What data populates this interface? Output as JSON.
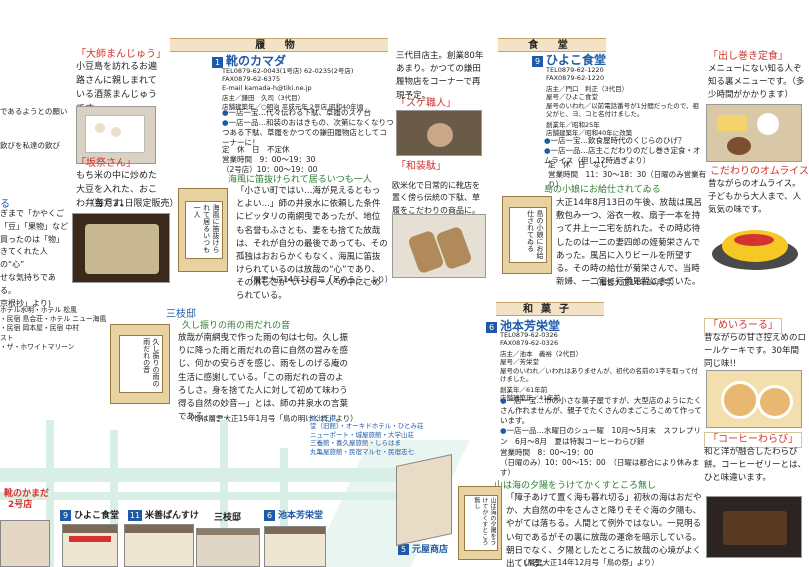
{
  "left_col": {
    "clip_text_1": "であるようとの願い",
    "clip_text_2": "飲びを私達の飲び",
    "manju_label": "「大師まんじゅう」",
    "manju_desc": "小豆島を訪れるお遍路さんに親しまれている酒蒸まんじゅうです。",
    "bansan_label": "「坂祭さん」",
    "bansan_desc": "もち米の中に炒めた大豆を入れた、おこわ弁当です。",
    "bansan_note": "（毎月21日限定販売）",
    "clip_3": "ぎまで「かやくご",
    "clip_4": "「豆」「果物」など",
    "clip_5": "買ったのは「物」",
    "clip_6": "きてくれた人の“心”",
    "clip_7": "せな気持ちである。",
    "clip_8": "京根抄」より)",
    "hotels": "ホテル水明・ホテル 松風\n・民宿 島会荘・ホテル ニュー海風\n・民宿 岡本屋・民宿 中村\nスト\n・ザ・ホワイトマリーン"
  },
  "kimono": {
    "section": "履 物",
    "number": "1",
    "shop_name": "靴のカマダ",
    "tel": "TEL0879-62-0043(1号店) 62-0235(2号店)",
    "fax": "FAX0879-62-6375",
    "email": "E-mail  kamada-h@tiki.ne.jp",
    "owner": "店主／鎌田　久司（3代目）",
    "founded": "店舗建築年／○明治  平成元年  2号店 昭和40年頃",
    "item1": "一店一宝…代々伝わる下駄、草履のスゲ台",
    "item2": "一店一品…和装のおはきもの、次第になくなりつつある下駄、草履をかつての鎌田履物店としてコーナーに！",
    "holiday": "定　休　日　不定休",
    "hours": "営業時間　9：00～19：30",
    "hours2": "（2号店）10：00～19：00",
    "col2_text": "三代目店主。創業80年あまり。かつての鎌田履物店をコーナーで再現予定。",
    "suge_label": "「スゲ職人」",
    "wageta_label": "「和装駄」",
    "wageta_desc": "欧米化で日常的に靴店を置く傍ら伝統の下駄、草履をこだわりの商品に。",
    "quote_head": "海風に笛抜けられて居るいつも一人",
    "quote_body": "「小さい町ではい…海が見えるともっとよい…」師の井泉水に依頼した条件にピッタリの南網曳であったが、地位も名誉もふさとも、妻をも捨てた放哉は、それが自分の最後であっても、その孤独はおおらかくもなく、海風に笛抜けられているのは放哉の“心”であり、その淋しさが“いつも一人”の中にこめられている。",
    "quote_src": "（層雲大正14年11月号「足のうら」より）",
    "sign_text": "海風に笛抜けられて居るいつも一人"
  },
  "sankyo": {
    "title": "三枝邸",
    "quote_head": "久し振りの雨の雨だれの音",
    "quote_body": "放哉が南網曳で作った雨の句は七句。久し振りに降った雨と雨だれの音に自然の営みを感じ、何かの安らぎを感じ、雨をしのげる庵の生活に感謝している。「この雨だれの音のよろしさ。身を捨てた人に対して初めて味わう得る自然の妙音—」とは、師の井泉水の言葉である。",
    "quote_src": "（句は層雲大正15年1月号「鳥の明けくれ」より）",
    "sign_text": "久し振りの雨の雨だれの音"
  },
  "map": {
    "hotels_bottom": "並土庄港\n堂（旧館）・オーキドホテル・ひとみ荘\nニューポート・城屋旅館・大学山荘\n三養館・喜久屋旅館・しらはま\n丸亀屋旅館・民宿マルセ・民宿志七",
    "store_left": "靴のかまだ",
    "store_left_sub": "2号店",
    "store_9": "ひよこ食堂",
    "num_9": "9",
    "store_11": "米善ぱんすけ",
    "num_11": "11",
    "store_sanshi": "三枝邸",
    "store_6": "池本芳栄堂",
    "num_6": "6",
    "store_5": "元屋商店",
    "num_5": "5"
  },
  "shokudo": {
    "section": "食 堂",
    "number": "9",
    "shop_name": "ひよこ食堂",
    "tel": "TEL0879-62-1220",
    "fax": "FAX0879-62-1220",
    "owner": "店主／門口　利正（3代目）",
    "name_origin": "屋号／ひよこ食堂",
    "name_origin2": "屋号のいわれ／以前電話番号が1分間だったので、祖父がヒ、ヨ、コと名付けました。",
    "founded": "創業年／昭和25年",
    "built": "店舗建築年／昭和40年に改築",
    "item1": "一店一宝…飲食屋時代のくじらのひげ？",
    "item2": "一店一品…店主こだわりのだし巻き定食・オムライス（但し12時過ぎより）",
    "holiday": "定　休　日　なし",
    "hours": "営業時間　11：30～18：30（日曜のみ営業有り）",
    "quote_head": "島の小娘にお給仕されてゐる",
    "quote_body": "大正14年8月13日の午後、放哉は風呂敷包み一つ、浴衣一枚、扇子一本を持って井上一二宅を訪れた。その時応待したのは一二の妻四郎の姪菊栄さんであった。風呂に入りビールを所望する。その時の給仕が菊栄さんで、当時新婦、一二宅に行儀見習にきていた。",
    "quote_src": "（層雲大正14年10月号）",
    "sign_text": "島の小娘にお給仕されてゐる",
    "dashimaki_label": "「出し巻き定食」",
    "dashimaki_desc": "メニューにない知る人ぞ知る裏メニューです。（多少時間がかかります）",
    "omurice_label": "こだわりのオムライス",
    "omurice_desc": "昔ながらのオムライス。子どもから大人まで、人気気の味です。"
  },
  "wagashi": {
    "section": "和菓子",
    "number": "6",
    "shop_name": "池本芳栄堂",
    "tel": "TEL0879-62-0326",
    "fax": "FAX0879-62-0326",
    "owner": "店主／池本　義裕（2代目）",
    "name_origin": "屋号／芳栄堂",
    "name_origin2": "屋号のいわれ／いわれはありませんが、初代の名前の1字を取って付けました。",
    "founded": "創業年／61年前",
    "built": "店舗建築年／41年前",
    "item1": "一店一宝…市の小さな菓子屋ですが、大型店のようにたくさん作れませんが、親子でたくさんのまごころこめて作っています。",
    "item2": "一店一品…水曜日のシュー曜　10月～5月末　スフレプリン　6月～8月　夏は特製コーヒーわらび餅",
    "hours": "営業時間　8：00～19：00",
    "hours2": "（日曜のみ）10：00～15：00　（日曜は都合により休みます）",
    "quote_head": "山は海の夕陽をうけてかくすところ無し",
    "quote_body": "「障子あけて置く海も暮れ切る」初秋の海はおだやか、大自然の中をさんさと降りそそぐ海の夕陽も、やがては落ちる。人間とて例外ではない。一見明るい句であるがその裏に放哉の運命を暗示している。朝日でなく、夕陽としたところに放哉の心境がよく出ている。",
    "quote_src": "（層雲大正14年12月号「鳥の祭」より）",
    "sign_text": "山は海の夕陽をうけてかくすところ無し",
    "roll_label": "「めいろーる」",
    "roll_desc": "昔ながらの甘さ控えめのロールケーキです。30年間同じ味!!",
    "warabi_label": "「コーヒーわらび」",
    "warabi_desc": "和と洋が融合したわらび餅。コーヒーゼリーとは、ひと味違います。"
  }
}
